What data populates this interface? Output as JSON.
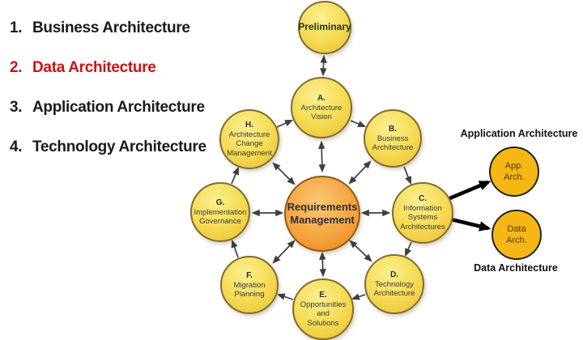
{
  "slide": {
    "background": "#ffffff",
    "list": {
      "items": [
        {
          "number": "1.",
          "label": "Business Architecture",
          "color": "#1a1a1a"
        },
        {
          "number": "2.",
          "label": "Data Architecture",
          "color": "#c91414"
        },
        {
          "number": "3.",
          "label": "Application Architecture",
          "color": "#1a1a1a"
        },
        {
          "number": "4.",
          "label": "Technology Architecture",
          "color": "#1a1a1a"
        }
      ]
    }
  },
  "diagram": {
    "nodes": [
      {
        "id": "preliminary",
        "letter": "",
        "name": "Preliminary"
      },
      {
        "id": "a",
        "letter": "A.",
        "name": "Architecture\nVision"
      },
      {
        "id": "b",
        "letter": "B.",
        "name": "Business\nArchitecture"
      },
      {
        "id": "c",
        "letter": "C.",
        "name": "Information\nSystems\nArchitectures"
      },
      {
        "id": "d",
        "letter": "D.",
        "name": "Technology\nArchitecture"
      },
      {
        "id": "e",
        "letter": "E.",
        "name": "Opportunities\nand\nSolutions"
      },
      {
        "id": "f",
        "letter": "F.",
        "name": "Migration\nPlanning"
      },
      {
        "id": "g",
        "letter": "G.",
        "name": "Implementation\nGovernance"
      },
      {
        "id": "h",
        "letter": "H.",
        "name": "Architecture\nChange\nManagement"
      }
    ],
    "center": {
      "name": "Requirements\nManagement"
    },
    "callouts": [
      {
        "title": "Application Architecture",
        "circle": "App.\nArch."
      },
      {
        "title": "Data Architecture",
        "circle": "Data\nArch."
      }
    ],
    "colors": {
      "phase_fill": "#f6dd57",
      "phase_border": "#7d6d33",
      "center_fill": "#f6a441",
      "center_border": "#8a5c16",
      "callout_fill": "#f5b713",
      "callout_border": "#222222",
      "arrow": "#3f3f3f",
      "thick_arrow": "#000000",
      "highlight_red": "#c91414"
    }
  }
}
